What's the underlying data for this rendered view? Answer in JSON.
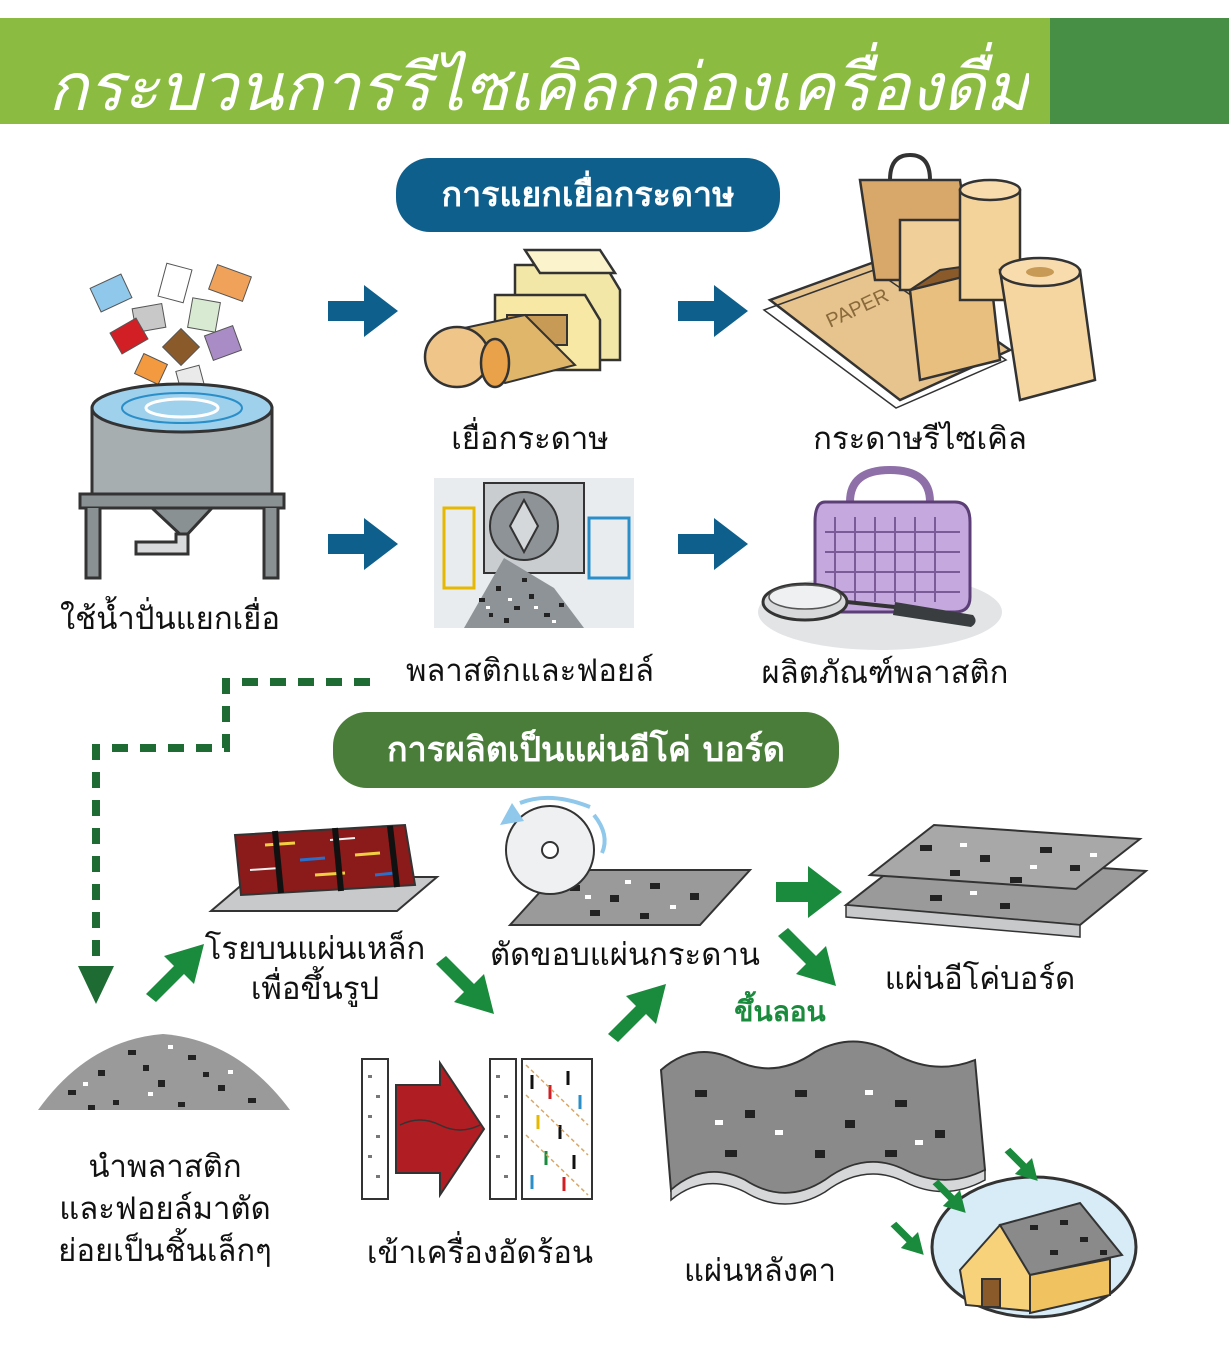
{
  "header": {
    "title": "กระบวนการรีไซเคิลกล่องเครื่องดื่ม"
  },
  "sections": {
    "pulp_separation": "การแยกเยื่อกระดาษ",
    "eco_board": "การผลิตเป็นแผ่นอีโค่ บอร์ด"
  },
  "steps": {
    "pulping": "ใช้น้ำปั่นแยกเยื่อ",
    "paper_pulp": "เยื่อกระดาษ",
    "recycled_paper": "กระดาษรีไซเคิล",
    "plastic_foil": "พลาสติกและฟอยล์",
    "plastic_products": "ผลิตภัณฑ์พลาสติก",
    "shred": [
      "นำพลาสติก",
      "และฟอยล์มาตัด",
      "ย่อยเป็นชิ้นเล็กๆ"
    ],
    "spread": [
      "โรยบนแผ่นเหล็ก",
      "เพื่อขึ้นรูป"
    ],
    "hot_press": "เข้าเครื่องอัดร้อน",
    "trim": "ตัดขอบแผ่นกระดาน",
    "eco_board": "แผ่นอีโค่บอร์ด",
    "corrugate": "ขึ้นลอน",
    "roof_sheet": "แผ่นหลังคา"
  },
  "illustration_labels": {
    "paper_text": "PAPER"
  },
  "colors": {
    "banner_light": "#8bbb41",
    "banner_dark": "#468f44",
    "pill_blue": "#0f5f8c",
    "pill_green": "#4a7d3a",
    "arrow_blue": "#0f5f8c",
    "arrow_green": "#1a8a3c",
    "press_red": "#b01d22",
    "cardboard": "#e7c48e"
  }
}
